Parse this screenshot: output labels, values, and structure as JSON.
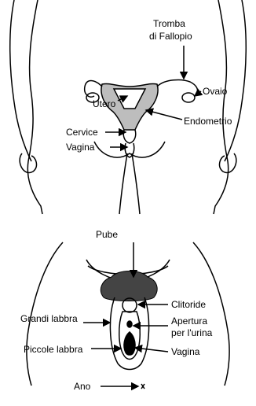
{
  "diagram": {
    "top_panel": {
      "labels": {
        "fallopian_tube_line1": "Tromba",
        "fallopian_tube_line2": "di Fallopio",
        "ovary": "Ovaio",
        "uterus": "Utero",
        "endometrium": "Endometrio",
        "cervix": "Cervice",
        "vagina": "Vagina"
      }
    },
    "bottom_panel": {
      "labels": {
        "pubis": "Pube",
        "clitoris": "Clitoride",
        "labia_majora": "Grandi labbra",
        "urethral_opening_line1": "Apertura",
        "urethral_opening_line2": "per l'urina",
        "labia_minora": "Piccole labbra",
        "vagina": "Vagina",
        "anus": "Ano"
      }
    }
  }
}
